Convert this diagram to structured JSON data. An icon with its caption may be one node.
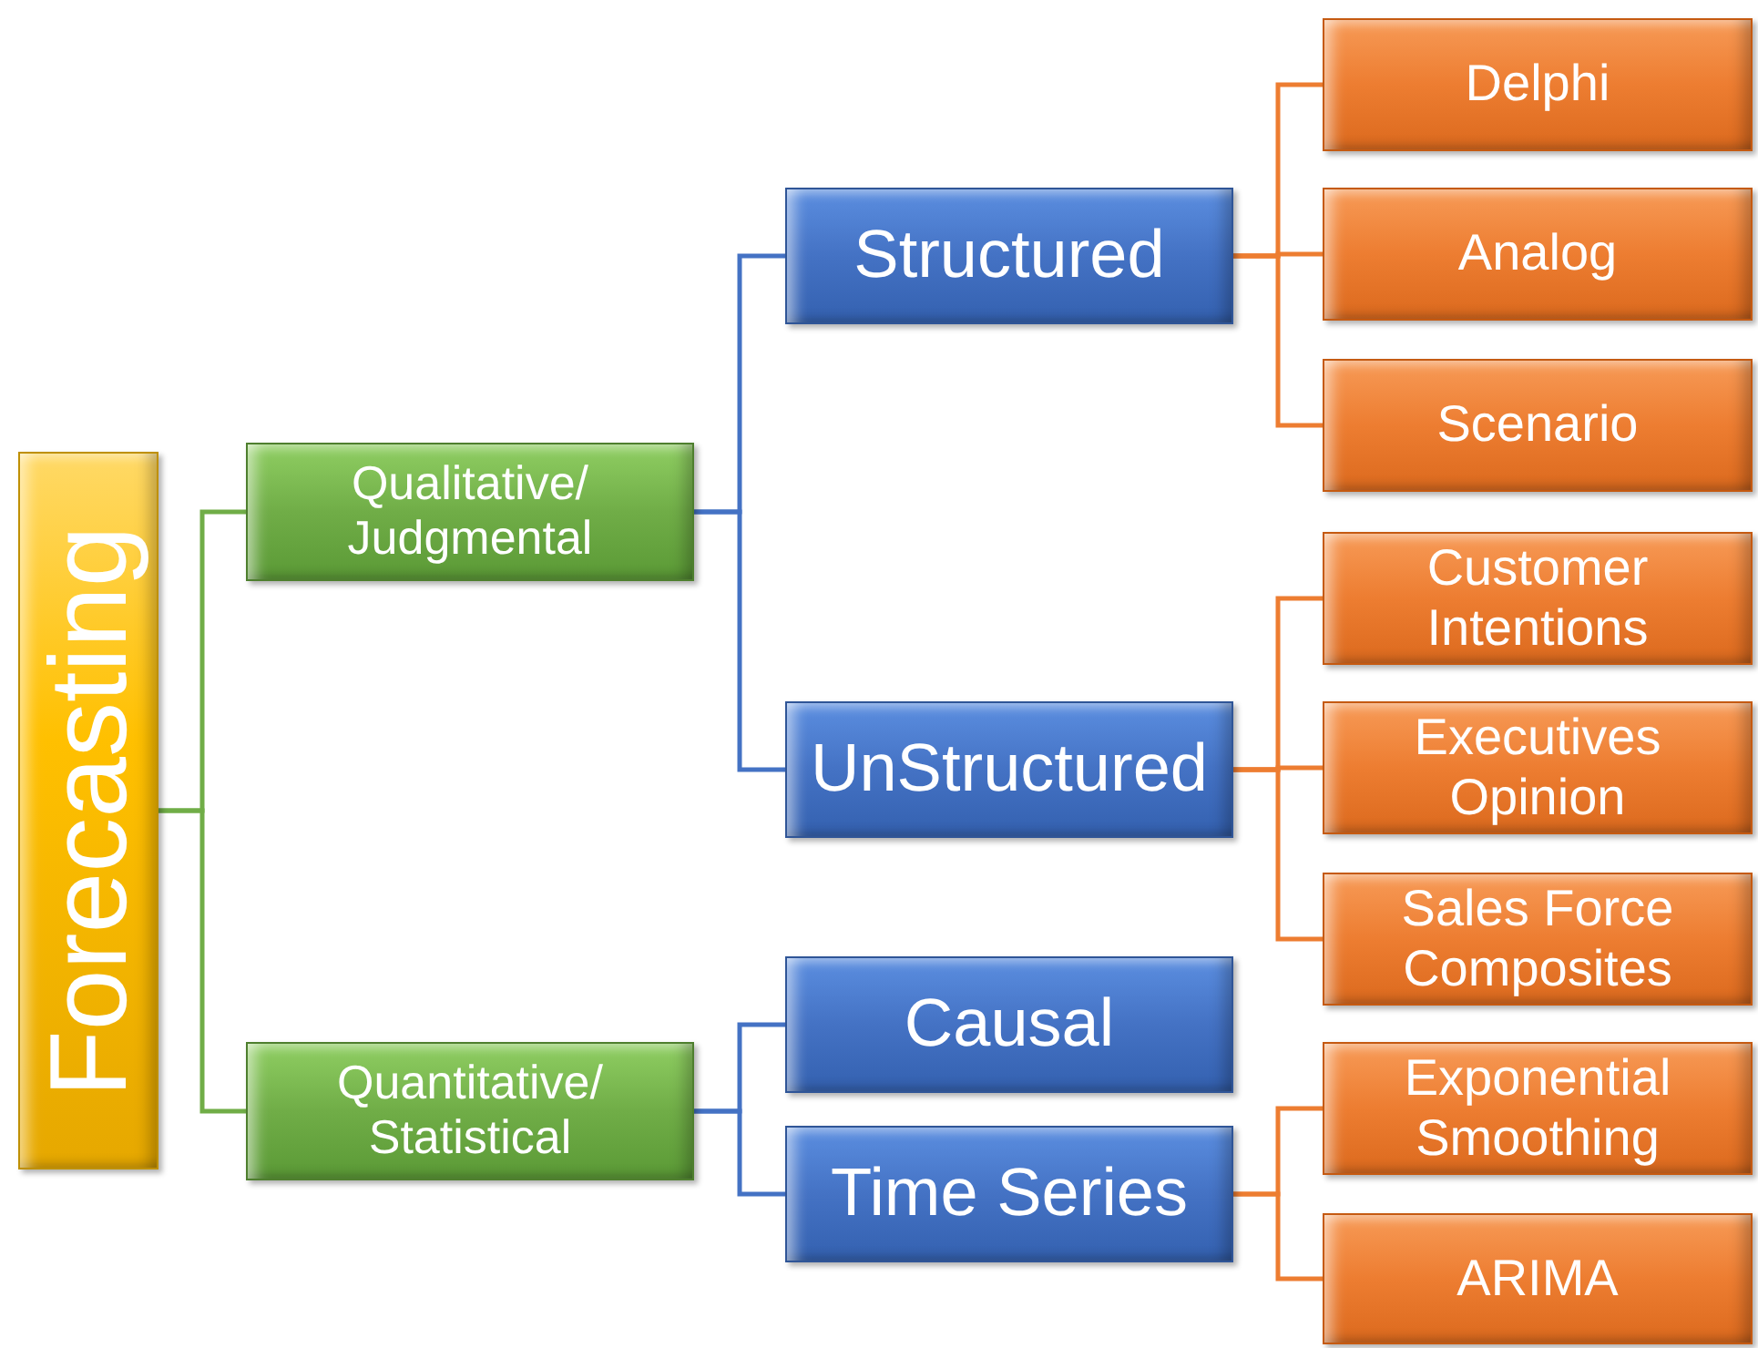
{
  "diagram": {
    "nodes": [
      {
        "text": [
          "Forecasting"
        ]
      },
      {
        "text": [
          "Qualitative/ Judgmental"
        ]
      },
      {
        "text": [
          "Structured"
        ]
      },
      {
        "text": [
          "Delphi"
        ]
      },
      {
        "text": [
          "Analog"
        ]
      },
      {
        "text": [
          "Scenario"
        ]
      },
      {
        "text": [
          "UnStructured"
        ]
      },
      {
        "text": [
          "Customer Intentions"
        ]
      },
      {
        "text": [
          "Executives Opinion"
        ]
      },
      {
        "text": [
          "Sales Force Composites"
        ]
      },
      {
        "text": [
          "Quantitative/ Statistical"
        ]
      },
      {
        "text": [
          "Causal"
        ]
      },
      {
        "text": [
          "Time Series"
        ]
      },
      {
        "text": [
          "Exponential Smoothing"
        ]
      },
      {
        "text": [
          "ARIMA"
        ]
      }
    ],
    "edges": [
      {
        "from": 0,
        "to": 1,
        "arrow": "none",
        "color": "#70ad47"
      },
      {
        "from": 0,
        "to": 10,
        "arrow": "none",
        "color": "#70ad47"
      },
      {
        "from": 1,
        "to": 2,
        "arrow": "none",
        "color": "#4472c4"
      },
      {
        "from": 1,
        "to": 6,
        "arrow": "none",
        "color": "#4472c4"
      },
      {
        "from": 10,
        "to": 11,
        "arrow": "none",
        "color": "#4472c4"
      },
      {
        "from": 10,
        "to": 12,
        "arrow": "none",
        "color": "#4472c4"
      },
      {
        "from": 2,
        "to": 3,
        "arrow": "none"
      },
      {
        "from": 2,
        "to": 4,
        "arrow": "none"
      },
      {
        "from": 2,
        "to": 5,
        "arrow": "none"
      },
      {
        "from": 6,
        "to": 7,
        "arrow": "none"
      },
      {
        "from": 6,
        "to": 8,
        "arrow": "none"
      },
      {
        "from": 6,
        "to": 9,
        "arrow": "none"
      },
      {
        "from": 12,
        "to": 13,
        "arrow": "none"
      },
      {
        "from": 12,
        "to": 14,
        "arrow": "none"
      }
    ]
  }
}
